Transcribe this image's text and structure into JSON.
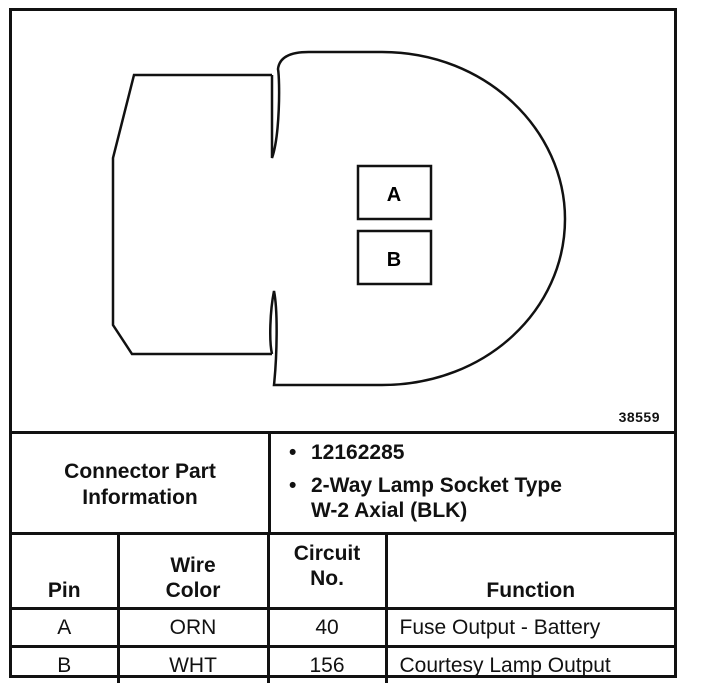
{
  "figure_number": "38559",
  "connector": {
    "cavities": [
      "A",
      "B"
    ],
    "part_info_label_line1": "Connector Part",
    "part_info_label_line2": "Information",
    "part_number": "12162285",
    "description_line1": "2-Way Lamp Socket Type",
    "description_line2": "W-2 Axial (BLK)"
  },
  "table": {
    "headers": {
      "pin": "Pin",
      "wire_color_line1": "Wire",
      "wire_color_line2": "Color",
      "circuit_line1": "Circuit",
      "circuit_line2": "No.",
      "function": "Function"
    },
    "rows": [
      {
        "pin": "A",
        "wire_color": "ORN",
        "circuit": "40",
        "function": "Fuse Output - Battery"
      },
      {
        "pin": "B",
        "wire_color": "WHT",
        "circuit": "156",
        "function": "Courtesy Lamp Output"
      }
    ]
  }
}
